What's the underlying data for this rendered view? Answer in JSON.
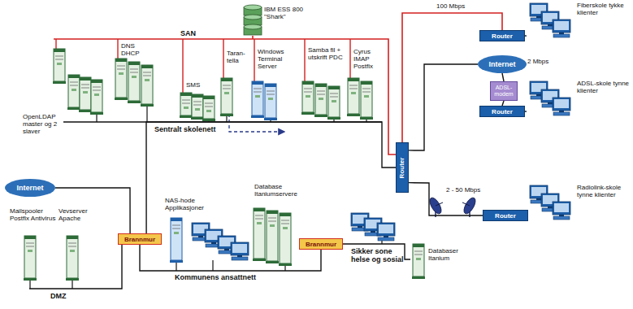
{
  "diagram": {
    "nodes": [
      {
        "text": [
          "IBM ESS 800 \"Shark\""
        ]
      },
      {
        "text": [
          "OpenLDAP master og 2 slaver"
        ]
      },
      {
        "text": [
          "DNS DHCP"
        ]
      },
      {
        "text": [
          "SMS"
        ]
      },
      {
        "text": [
          "Taran-tella"
        ]
      },
      {
        "text": [
          "Windows Terminal Server"
        ]
      },
      {
        "text": [
          "Samba fil + utskrift PDC"
        ]
      },
      {
        "text": [
          "Cyrus IMAP Postfix"
        ]
      },
      {
        "text": [
          "Router"
        ]
      },
      {
        "text": [
          "Router"
        ]
      },
      {
        "text": [
          "Fiberskole tykke klienter"
        ]
      },
      {
        "text": [
          "Internet"
        ]
      },
      {
        "text": [
          "ADSL-modem"
        ]
      },
      {
        "text": [
          "Router"
        ]
      },
      {
        "text": [
          "ADSL-skole tynne klienter"
        ]
      },
      {
        "text": [
          "Router"
        ]
      },
      {
        "text": [
          "Radiolink-skole tynne klienter"
        ]
      },
      {
        "text": [
          "Internet"
        ]
      },
      {
        "text": [
          "Mailspooler Postfix Antivirus"
        ]
      },
      {
        "text": [
          "Vevserver Apache"
        ]
      },
      {
        "text": [
          "Brannmur"
        ]
      },
      {
        "text": [
          "NAS-hode Applikasjoner"
        ]
      },
      {
        "text": [
          "Database Itaniumservere"
        ]
      },
      {
        "text": [
          "Brannmur"
        ]
      },
      {
        "text": [
          "Databaser Itanium"
        ]
      }
    ],
    "edges": [
      {
        "from": 8,
        "to": 9,
        "arrow": "none",
        "label": "100 Mbps"
      },
      {
        "from": 8,
        "to": 11,
        "arrow": "none"
      },
      {
        "from": 11,
        "to": 12,
        "arrow": "none",
        "label": "2 Mbps"
      },
      {
        "from": 12,
        "to": 13,
        "arrow": "none"
      },
      {
        "from": 13,
        "to": 14,
        "arrow": "none"
      },
      {
        "from": 9,
        "to": 10,
        "arrow": "none"
      },
      {
        "from": 15,
        "to": 16,
        "arrow": "none"
      },
      {
        "from": 8,
        "to": 15,
        "arrow": "none",
        "label": "2 - 50 Mbps"
      },
      {
        "from": 17,
        "to": 20,
        "arrow": "none"
      },
      {
        "from": 8,
        "to": 20,
        "arrow": "none"
      },
      {
        "from": 20,
        "to": 23,
        "arrow": "none"
      },
      {
        "from": 23,
        "to": 24,
        "arrow": "none"
      }
    ],
    "labels": [
      "SAN",
      "Sentralt skolenett",
      "Kommunens ansattnett",
      "Sikker sone helse og sosial",
      "DMZ"
    ]
  }
}
